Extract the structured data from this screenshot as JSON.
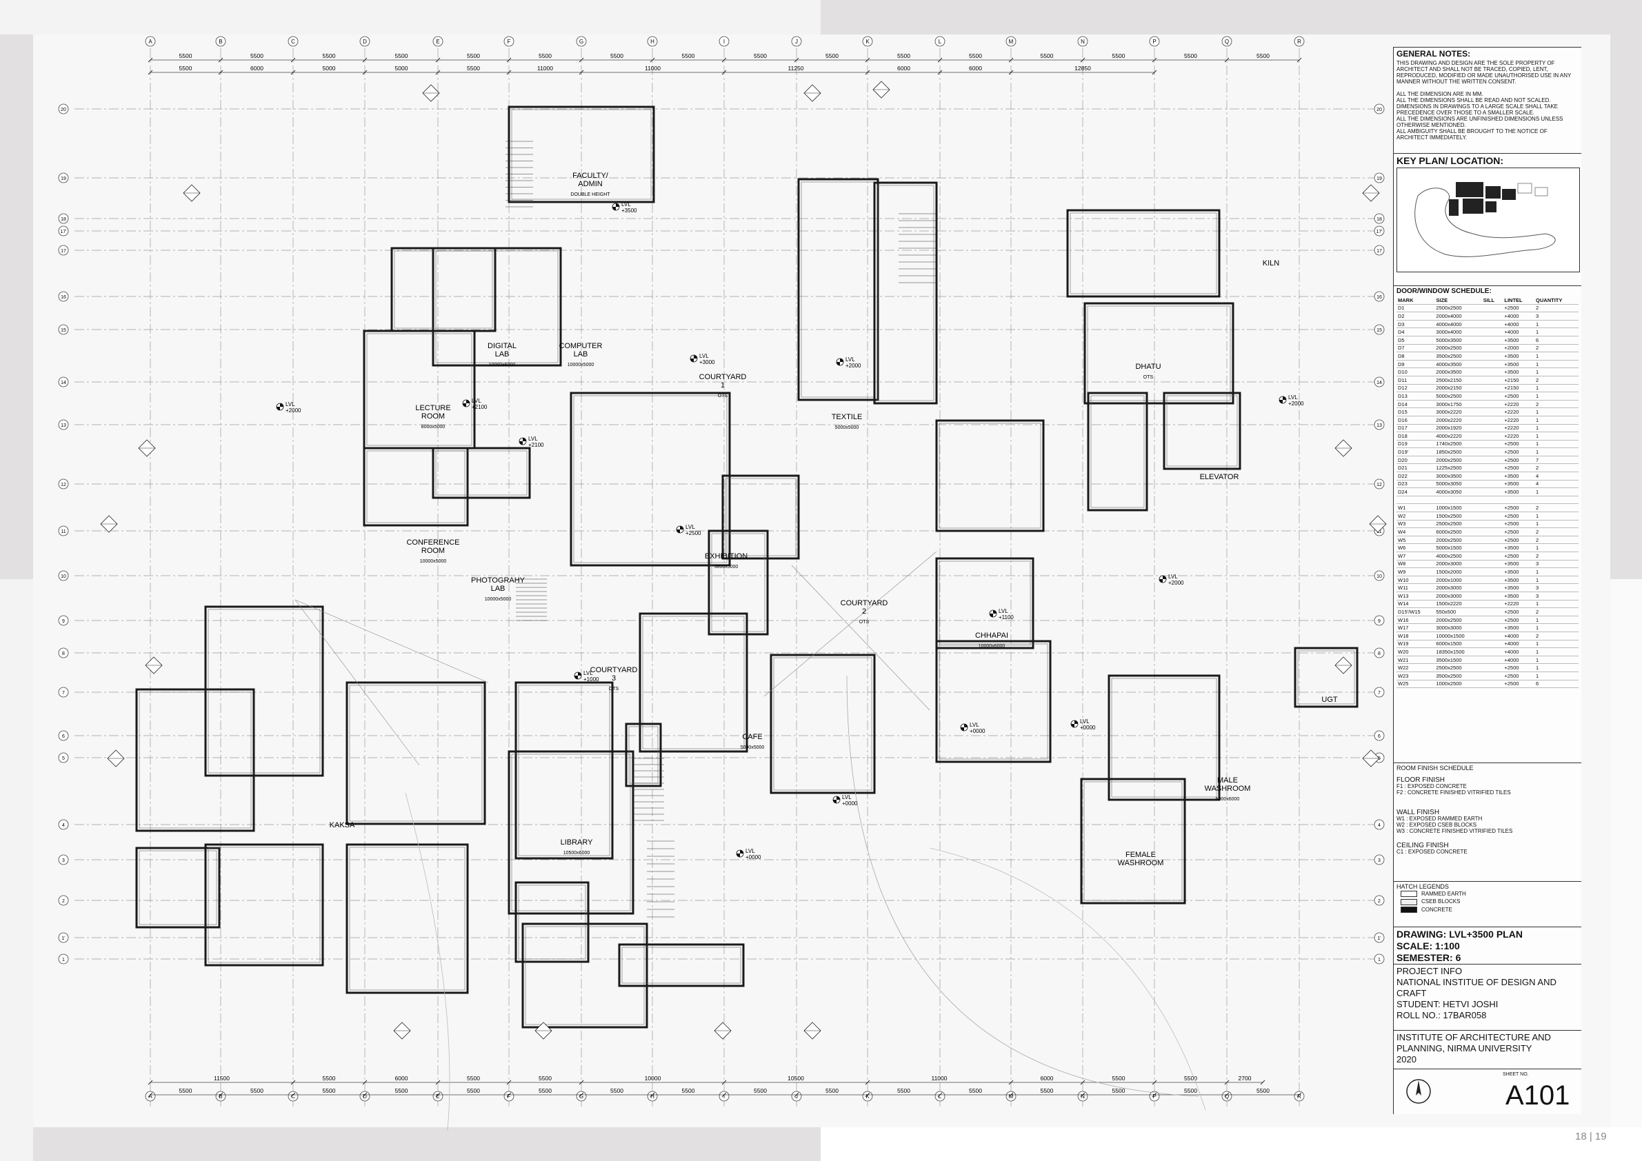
{
  "grid": {
    "columns": [
      "A",
      "B",
      "C",
      "D",
      "E",
      "F",
      "G",
      "H",
      "I",
      "J",
      "K",
      "L",
      "M",
      "N",
      "P",
      "Q",
      "R"
    ],
    "rows": [
      "20",
      "19",
      "18",
      "17'",
      "17",
      "16",
      "15",
      "14",
      "13",
      "12",
      "11",
      "10",
      "9",
      "8",
      "7",
      "6",
      "5",
      "4",
      "3",
      "2",
      "1'",
      "1"
    ],
    "top_dims_1": [
      "5500",
      "5500",
      "5500",
      "5500",
      "5500",
      "5500",
      "5500",
      "5500",
      "5500",
      "5500",
      "5500",
      "5500",
      "5500",
      "5500",
      "5500",
      "5500"
    ],
    "top_dims_2": [
      "5500",
      "6000",
      "5000",
      "5000",
      "5500",
      "11000",
      "11000",
      "11250",
      "6000",
      "6000",
      "12850"
    ],
    "bottom_dims_1": [
      "11500",
      "5500",
      "6000",
      "5500",
      "5500",
      "10000",
      "10500",
      "11000",
      "6000",
      "5500",
      "5500",
      "2700"
    ],
    "bottom_dims_2": [
      "5500",
      "5500",
      "5500",
      "5500",
      "5500",
      "5500",
      "5500",
      "5500",
      "5500",
      "5500",
      "5500",
      "5500",
      "5500",
      "5500",
      "5500",
      "5500"
    ]
  },
  "rooms": [
    {
      "name": "FACULTY/ ADMIN",
      "sub": "DOUBLE HEIGHT"
    },
    {
      "name": "DIGITAL LAB",
      "sub": "10000x6000"
    },
    {
      "name": "COMPUTER LAB",
      "sub": "10000x5000"
    },
    {
      "name": "LECTURE ROOM",
      "sub": "8000x5000"
    },
    {
      "name": "CONFERENCE ROOM",
      "sub": "10000x5000"
    },
    {
      "name": "PHOTOGRAHY LAB",
      "sub": "10000x5000"
    },
    {
      "name": "COURTYARD 1",
      "sub": "OTS"
    },
    {
      "name": "TEXTILE",
      "sub": "5000x5000"
    },
    {
      "name": "EXHIBITION",
      "sub": "3800x5000"
    },
    {
      "name": "COURTYARD 2",
      "sub": "OTS"
    },
    {
      "name": "COURTYARD 3",
      "sub": "OTS"
    },
    {
      "name": "CAFE",
      "sub": "5000x5000"
    },
    {
      "name": "KAKSA",
      "sub": ""
    },
    {
      "name": "LIBRARY",
      "sub": "10500x6000"
    },
    {
      "name": "CHHAPAI",
      "sub": "10000x6000"
    },
    {
      "name": "DHATU",
      "sub": "OTS"
    },
    {
      "name": "MALE WASHROOM",
      "sub": "5000x6000"
    },
    {
      "name": "FEMALE WASHROOM",
      "sub": ""
    },
    {
      "name": "UGT",
      "sub": ""
    },
    {
      "name": "ELEVATOR",
      "sub": ""
    },
    {
      "name": "KILN",
      "sub": ""
    }
  ],
  "levels": [
    "LVL +2000",
    "LVL +3000",
    "LVL +2500",
    "LVL +1000",
    "LVL +0000",
    "LVL +3500",
    "LVL +2100",
    "LVL +1100"
  ],
  "title_block": {
    "general_notes_title": "GENERAL NOTES:",
    "general_notes": [
      "THIS DRAWING AND DESIGN ARE THE SOLE PROPERTY OF",
      "ARCHITECT AND SHALL NOT BE TRACED, COPIED, LENT,",
      "REPRODUCED, MODIFIED OR MADE UNAUTHORISED USE IN ANY",
      "MANNER WITHOUT THE WRITTEN CONSENT.",
      "",
      "ALL THE DIMENSION ARE IN MM.",
      "ALL THE DIMENSIONS SHALL BE READ AND NOT SCALED.",
      "DIMENSIONS IN DRAWINGS TO A LARGE SCALE SHALL TAKE",
      "PRECEDENCE OVER THOSE TO A SMALLER SCALE.",
      "ALL THE DIMENSIONS ARE UNFINISHED DIMENSIONS UNLESS",
      "OTHERWISE MENTIONED.",
      "ALL AMBIGUITY SHALL BE BROUGHT TO THE NOTICE OF",
      "ARCHITECT IMMEDIATELY."
    ],
    "key_plan_title": "KEY PLAN/ LOCATION:",
    "schedule_title": "DOOR/WINDOW SCHEDULE:",
    "schedule_headers": [
      "MARK",
      "SIZE",
      "SILL",
      "LINTEL",
      "QUANTITY"
    ],
    "doors": [
      [
        "D1",
        "2500x2500",
        "",
        "+2500",
        "2"
      ],
      [
        "D2",
        "2000x4000",
        "",
        "+4000",
        "3"
      ],
      [
        "D3",
        "4000x4000",
        "",
        "+4000",
        "1"
      ],
      [
        "D4",
        "3000x4000",
        "",
        "+4000",
        "1"
      ],
      [
        "D5",
        "5000x3500",
        "",
        "+3500",
        "6"
      ],
      [
        "D7",
        "2000x2500",
        "",
        "+2000",
        "2"
      ],
      [
        "D8",
        "3500x2500",
        "",
        "+3500",
        "1"
      ],
      [
        "D9",
        "4000x3500",
        "",
        "+3500",
        "1"
      ],
      [
        "D10",
        "2000x3500",
        "",
        "+3500",
        "1"
      ],
      [
        "D11",
        "2500x2150",
        "",
        "+2150",
        "2"
      ],
      [
        "D12",
        "2000x2150",
        "",
        "+2150",
        "1"
      ],
      [
        "D13",
        "5000x2500",
        "",
        "+2500",
        "1"
      ],
      [
        "D14",
        "3000x1750",
        "",
        "+2220",
        "2"
      ],
      [
        "D15",
        "3000x2220",
        "",
        "+2220",
        "1"
      ],
      [
        "D16",
        "2000x2220",
        "",
        "+2220",
        "1"
      ],
      [
        "D17",
        "2000x1920",
        "",
        "+2220",
        "1"
      ],
      [
        "D18",
        "4000x2220",
        "",
        "+2220",
        "1"
      ],
      [
        "D19",
        "1740x2500",
        "",
        "+2500",
        "1"
      ],
      [
        "D19'",
        "1850x2500",
        "",
        "+2500",
        "1"
      ],
      [
        "D20",
        "2000x2500",
        "",
        "+2500",
        "7"
      ],
      [
        "D21",
        "1225x2500",
        "",
        "+2500",
        "2"
      ],
      [
        "D22",
        "3000x3500",
        "",
        "+3500",
        "4"
      ],
      [
        "D23",
        "5000x3050",
        "",
        "+3500",
        "4"
      ],
      [
        "D24",
        "4000x3050",
        "",
        "+3500",
        "1"
      ]
    ],
    "windows": [
      [
        "W1",
        "1000x1500",
        "",
        "+2500",
        "2"
      ],
      [
        "W2",
        "1500x2500",
        "",
        "+2500",
        "1"
      ],
      [
        "W3",
        "2500x2500",
        "",
        "+2500",
        "1"
      ],
      [
        "W4",
        "6000x2500",
        "",
        "+2500",
        "2"
      ],
      [
        "W5",
        "2000x2500",
        "",
        "+2500",
        "2"
      ],
      [
        "W6",
        "5000x1500",
        "",
        "+3500",
        "1"
      ],
      [
        "W7",
        "4000x2500",
        "",
        "+2500",
        "2"
      ],
      [
        "W8",
        "2000x3000",
        "",
        "+3500",
        "3"
      ],
      [
        "W9",
        "1500x2000",
        "",
        "+3500",
        "1"
      ],
      [
        "W10",
        "2000x1000",
        "",
        "+3500",
        "1"
      ],
      [
        "W11",
        "2000x3000",
        "",
        "+3500",
        "3"
      ],
      [
        "W13",
        "2000x3000",
        "",
        "+3500",
        "3"
      ],
      [
        "W14",
        "1500x2220",
        "",
        "+2220",
        "1"
      ],
      [
        "D15'/W15",
        "550x500",
        "",
        "+2500",
        "2"
      ],
      [
        "W16",
        "2000x2500",
        "",
        "+2500",
        "1"
      ],
      [
        "W17",
        "3000x3000",
        "",
        "+3500",
        "1"
      ],
      [
        "W18",
        "10000x1500",
        "",
        "+4000",
        "2"
      ],
      [
        "W19",
        "6000x1500",
        "",
        "+4000",
        "1"
      ],
      [
        "W20",
        "18350x1500",
        "",
        "+4000",
        "1"
      ],
      [
        "W21",
        "3500x1500",
        "",
        "+4000",
        "1"
      ],
      [
        "W22",
        "2500x2500",
        "",
        "+2500",
        "1"
      ],
      [
        "W23",
        "3500x2500",
        "",
        "+2500",
        "1"
      ],
      [
        "W25",
        "1000x2500",
        "",
        "+2500",
        "6"
      ]
    ],
    "room_finish_title": "ROOM FINISH SCHEDULE",
    "floor_finish_title": "FLOOR FINISH",
    "floor_finish": [
      "F1 : EXPOSED CONCRETE",
      "F2 : CONCRETE FINISHED VITRIFIED TILES"
    ],
    "wall_finish_title": "WALL FINISH",
    "wall_finish": [
      "W1 : EXPOSED RAMMED EARTH",
      "W2 : EXPOSED CSEB BLOCKS",
      "W3 : CONCRETE FINISHED VITRIFIED TILES"
    ],
    "ceiling_finish_title": "CEILING FINISH",
    "ceiling_finish": [
      "C1 : EXPOSED CONCRETE"
    ],
    "hatch_title": "HATCH LEGENDS",
    "hatch": [
      "RAMMED EARTH",
      "CSEB BLOCKS",
      "CONCRETE"
    ],
    "drawing": "DRAWING: LVL+3500  PLAN",
    "scale": "SCALE: 1:100",
    "semester": "SEMESTER: 6",
    "project_info": "PROJECT INFO",
    "project_name": "NATIONAL INSTITUE OF DESIGN AND CRAFT",
    "student": "STUDENT: HETVI JOSHI",
    "roll": "ROLL NO.: 17BAR058",
    "institute": "INSTITUTE OF ARCHITECTURE AND PLANNING, NIRMA UNIVERSITY",
    "year": "2020",
    "sheet_no_label": "SHEET NO.",
    "sheet_no": "A101"
  },
  "page_number": "18 | 19"
}
